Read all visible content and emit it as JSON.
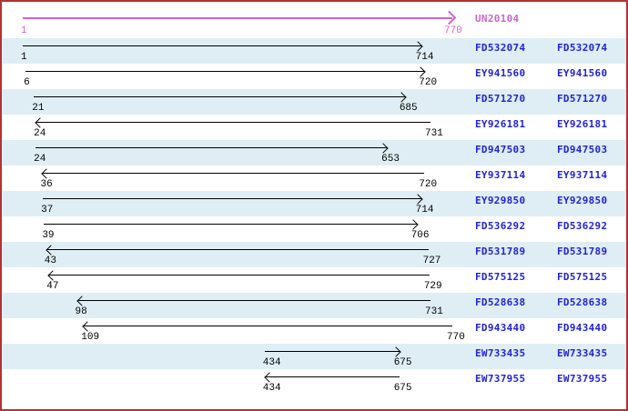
{
  "colors": {
    "border": "#b23333",
    "band": "#dfeef4",
    "accession_link": "#2222dd",
    "reference": "#cc66cc",
    "arrow": "#000000",
    "background": "#ffffff"
  },
  "reference": {
    "name": "UN20104",
    "start": "1",
    "end": "770",
    "direction": "right"
  },
  "alignments": [
    {
      "accession": "FD532074",
      "start": "1",
      "end": "714",
      "direction": "right"
    },
    {
      "accession": "EY941560",
      "start": "6",
      "end": "720",
      "direction": "right"
    },
    {
      "accession": "FD571270",
      "start": "21",
      "end": "685",
      "direction": "right"
    },
    {
      "accession": "EY926181",
      "start": "24",
      "end": "731",
      "direction": "left"
    },
    {
      "accession": "FD947503",
      "start": "24",
      "end": "653",
      "direction": "right"
    },
    {
      "accession": "EY937114",
      "start": "36",
      "end": "720",
      "direction": "left"
    },
    {
      "accession": "EY929850",
      "start": "37",
      "end": "714",
      "direction": "right"
    },
    {
      "accession": "FD536292",
      "start": "39",
      "end": "706",
      "direction": "right"
    },
    {
      "accession": "FD531789",
      "start": "43",
      "end": "727",
      "direction": "left"
    },
    {
      "accession": "FD575125",
      "start": "47",
      "end": "729",
      "direction": "left"
    },
    {
      "accession": "FD528638",
      "start": "98",
      "end": "731",
      "direction": "left"
    },
    {
      "accession": "FD943440",
      "start": "109",
      "end": "770",
      "direction": "left"
    },
    {
      "accession": "EW733435",
      "start": "434",
      "end": "675",
      "direction": "right"
    },
    {
      "accession": "EW737955",
      "start": "434",
      "end": "675",
      "direction": "left"
    }
  ]
}
